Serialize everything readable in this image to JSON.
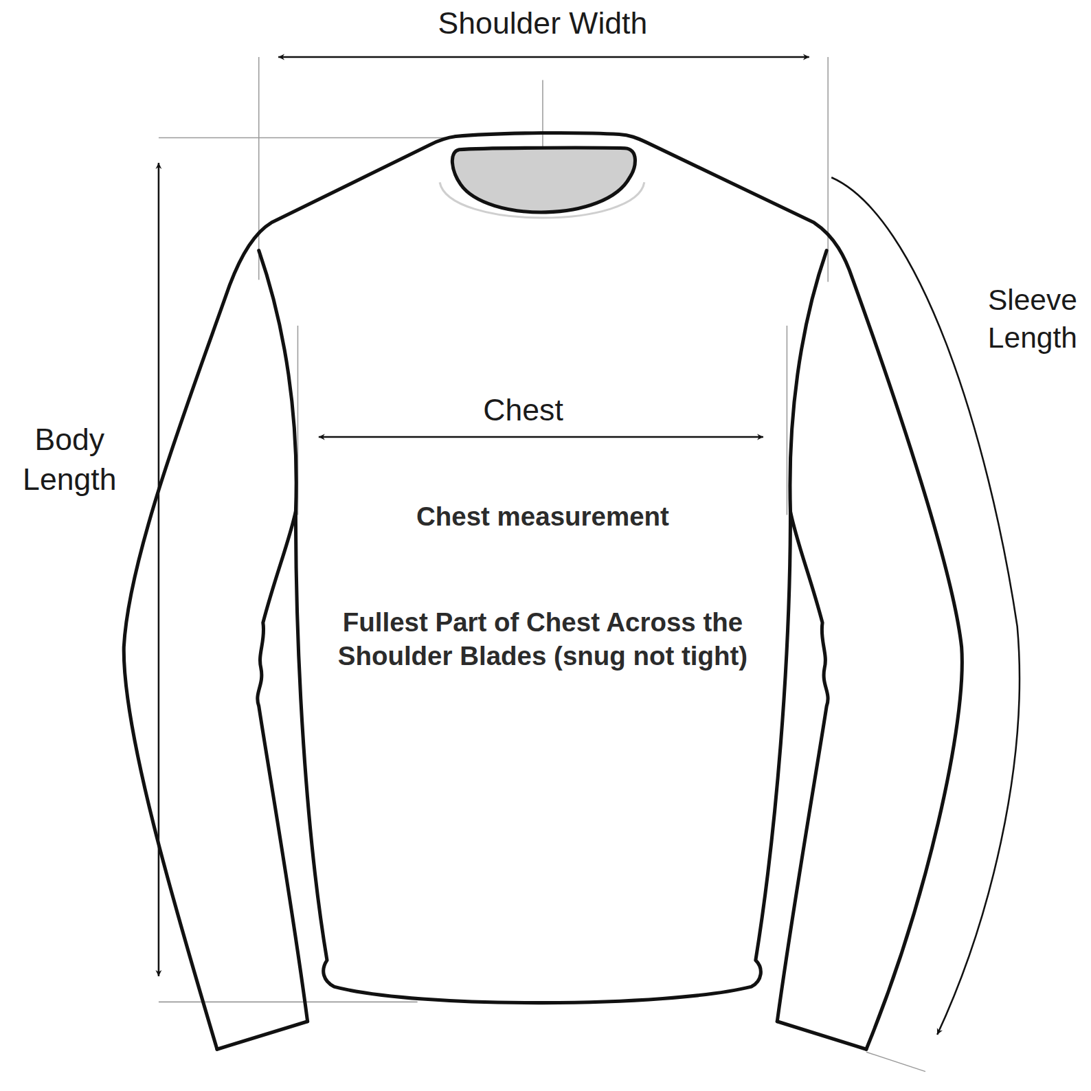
{
  "diagram": {
    "labels": [
      "Shoulder Width",
      "Body Length",
      "Sleeve Length",
      "Chest",
      "Chest measurement",
      "Fullest Part of Chest Across the Shoulder Blades (snug not tight)"
    ]
  }
}
